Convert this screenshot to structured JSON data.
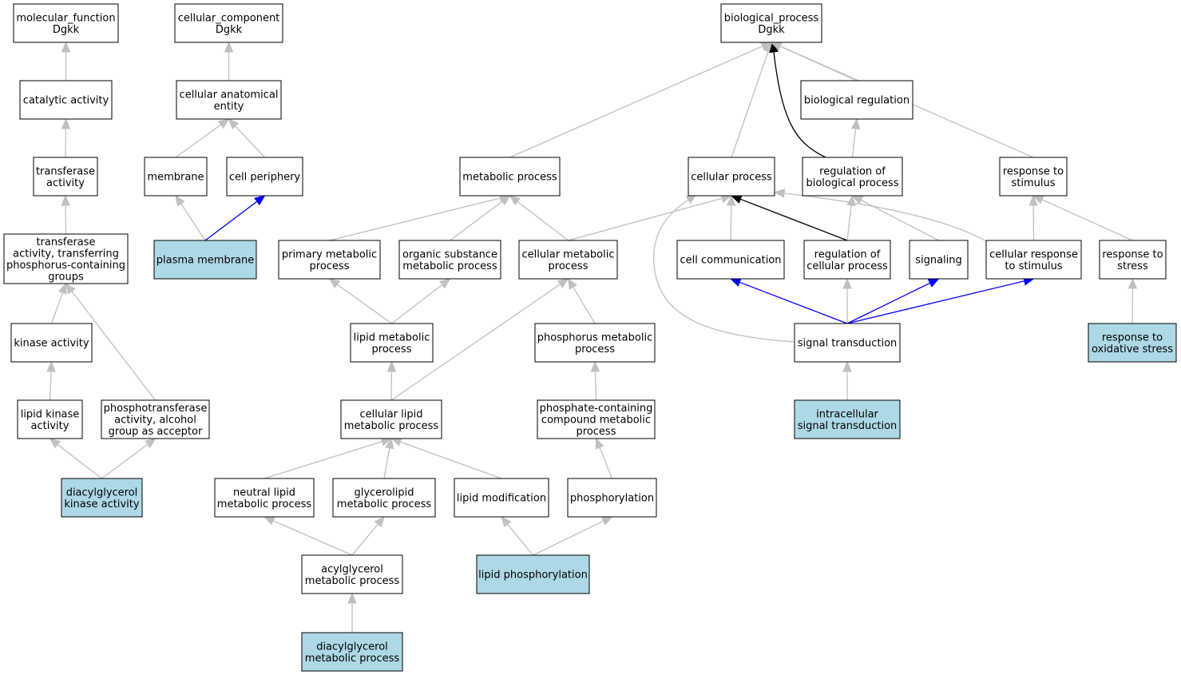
{
  "colors": {
    "default_fill": "#ffffff",
    "highlight_fill": "#add8e6",
    "edge_gray": "#c0c0c0",
    "edge_black": "#000000",
    "edge_blue": "#0000ff"
  },
  "nodes": [
    {
      "id": "mf",
      "lines": [
        "molecular_function",
        "Dgkk"
      ],
      "highlight": false
    },
    {
      "id": "cc",
      "lines": [
        "cellular_component",
        "Dgkk"
      ],
      "highlight": false
    },
    {
      "id": "bp",
      "lines": [
        "biological_process",
        "Dgkk"
      ],
      "highlight": false
    },
    {
      "id": "catalytic",
      "lines": [
        "catalytic activity"
      ],
      "highlight": false
    },
    {
      "id": "cae",
      "lines": [
        "cellular anatomical",
        "entity"
      ],
      "highlight": false
    },
    {
      "id": "bioreg",
      "lines": [
        "biological regulation"
      ],
      "highlight": false
    },
    {
      "id": "transferase",
      "lines": [
        "transferase",
        "activity"
      ],
      "highlight": false
    },
    {
      "id": "membrane",
      "lines": [
        "membrane"
      ],
      "highlight": false
    },
    {
      "id": "cellper",
      "lines": [
        "cell periphery"
      ],
      "highlight": false
    },
    {
      "id": "metab",
      "lines": [
        "metabolic process"
      ],
      "highlight": false
    },
    {
      "id": "cellproc",
      "lines": [
        "cellular process"
      ],
      "highlight": false
    },
    {
      "id": "regbio",
      "lines": [
        "regulation of",
        "biological process"
      ],
      "highlight": false
    },
    {
      "id": "respstim",
      "lines": [
        "response to",
        "stimulus"
      ],
      "highlight": false
    },
    {
      "id": "transP",
      "lines": [
        "transferase",
        "activity, transferring",
        "phosphorus-containing",
        "groups"
      ],
      "highlight": false
    },
    {
      "id": "plasma",
      "lines": [
        "plasma membrane"
      ],
      "highlight": true
    },
    {
      "id": "primmet",
      "lines": [
        "primary metabolic",
        "process"
      ],
      "highlight": false
    },
    {
      "id": "orgsub",
      "lines": [
        "organic substance",
        "metabolic process"
      ],
      "highlight": false
    },
    {
      "id": "cellmet",
      "lines": [
        "cellular metabolic",
        "process"
      ],
      "highlight": false
    },
    {
      "id": "cellcomm",
      "lines": [
        "cell communication"
      ],
      "highlight": false
    },
    {
      "id": "regcell",
      "lines": [
        "regulation of",
        "cellular process"
      ],
      "highlight": false
    },
    {
      "id": "signaling",
      "lines": [
        "signaling"
      ],
      "highlight": false
    },
    {
      "id": "cellresp",
      "lines": [
        "cellular response",
        "to stimulus"
      ],
      "highlight": false
    },
    {
      "id": "respstress",
      "lines": [
        "response to",
        "stress"
      ],
      "highlight": false
    },
    {
      "id": "kinase",
      "lines": [
        "kinase activity"
      ],
      "highlight": false
    },
    {
      "id": "lipmet",
      "lines": [
        "lipid metabolic",
        "process"
      ],
      "highlight": false
    },
    {
      "id": "phosmet",
      "lines": [
        "phosphorus metabolic",
        "process"
      ],
      "highlight": false
    },
    {
      "id": "sigtrans",
      "lines": [
        "signal transduction"
      ],
      "highlight": false
    },
    {
      "id": "oxstress",
      "lines": [
        "response to",
        "oxidative stress"
      ],
      "highlight": true
    },
    {
      "id": "lipkin",
      "lines": [
        "lipid kinase",
        "activity"
      ],
      "highlight": false
    },
    {
      "id": "phosphotrans",
      "lines": [
        "phosphotransferase",
        "activity, alcohol",
        "group as acceptor"
      ],
      "highlight": false
    },
    {
      "id": "celllip",
      "lines": [
        "cellular lipid",
        "metabolic process"
      ],
      "highlight": false
    },
    {
      "id": "phoscomp",
      "lines": [
        "phosphate-containing",
        "compound metabolic",
        "process"
      ],
      "highlight": false
    },
    {
      "id": "intrasig",
      "lines": [
        "intracellular",
        "signal transduction"
      ],
      "highlight": true
    },
    {
      "id": "dgka",
      "lines": [
        "diacylglycerol",
        "kinase activity"
      ],
      "highlight": true
    },
    {
      "id": "neutlip",
      "lines": [
        "neutral lipid",
        "metabolic process"
      ],
      "highlight": false
    },
    {
      "id": "glycero",
      "lines": [
        "glycerolipid",
        "metabolic process"
      ],
      "highlight": false
    },
    {
      "id": "lipmod",
      "lines": [
        "lipid modification"
      ],
      "highlight": false
    },
    {
      "id": "phosphoryl",
      "lines": [
        "phosphorylation"
      ],
      "highlight": false
    },
    {
      "id": "acylgly",
      "lines": [
        "acylglycerol",
        "metabolic process"
      ],
      "highlight": false
    },
    {
      "id": "lipphos",
      "lines": [
        "lipid phosphorylation"
      ],
      "highlight": true
    },
    {
      "id": "dgmp",
      "lines": [
        "diacylglycerol",
        "metabolic process"
      ],
      "highlight": true
    }
  ],
  "edges": [
    {
      "from": "catalytic",
      "to": "mf",
      "type": "gray"
    },
    {
      "from": "transferase",
      "to": "catalytic",
      "type": "gray"
    },
    {
      "from": "transP",
      "to": "transferase",
      "type": "gray"
    },
    {
      "from": "kinase",
      "to": "transP",
      "type": "gray"
    },
    {
      "from": "lipkin",
      "to": "kinase",
      "type": "gray"
    },
    {
      "from": "phosphotrans",
      "to": "transP",
      "type": "gray"
    },
    {
      "from": "dgka",
      "to": "lipkin",
      "type": "gray"
    },
    {
      "from": "dgka",
      "to": "phosphotrans",
      "type": "gray"
    },
    {
      "from": "cae",
      "to": "cc",
      "type": "gray"
    },
    {
      "from": "membrane",
      "to": "cae",
      "type": "gray"
    },
    {
      "from": "cellper",
      "to": "cae",
      "type": "gray"
    },
    {
      "from": "plasma",
      "to": "membrane",
      "type": "gray"
    },
    {
      "from": "plasma",
      "to": "cellper",
      "type": "blue"
    },
    {
      "from": "metab",
      "to": "bp",
      "type": "gray"
    },
    {
      "from": "cellproc",
      "to": "bp",
      "type": "gray"
    },
    {
      "from": "regbio",
      "to": "bp",
      "type": "black"
    },
    {
      "from": "bioreg",
      "to": "bp",
      "type": "gray"
    },
    {
      "from": "respstim",
      "to": "bp",
      "type": "gray"
    },
    {
      "from": "regbio",
      "to": "bioreg",
      "type": "gray"
    },
    {
      "from": "primmet",
      "to": "metab",
      "type": "gray"
    },
    {
      "from": "orgsub",
      "to": "metab",
      "type": "gray"
    },
    {
      "from": "cellmet",
      "to": "metab",
      "type": "gray"
    },
    {
      "from": "cellmet",
      "to": "cellproc",
      "type": "gray"
    },
    {
      "from": "cellcomm",
      "to": "cellproc",
      "type": "gray"
    },
    {
      "from": "regcell",
      "to": "cellproc",
      "type": "black"
    },
    {
      "from": "cellresp",
      "to": "cellproc",
      "type": "gray"
    },
    {
      "from": "sigtrans",
      "to": "cellproc",
      "type": "gray"
    },
    {
      "from": "regcell",
      "to": "regbio",
      "type": "gray"
    },
    {
      "from": "signaling",
      "to": "regbio",
      "type": "gray"
    },
    {
      "from": "cellresp",
      "to": "respstim",
      "type": "gray"
    },
    {
      "from": "respstress",
      "to": "respstim",
      "type": "gray"
    },
    {
      "from": "oxstress",
      "to": "respstress",
      "type": "gray"
    },
    {
      "from": "lipmet",
      "to": "primmet",
      "type": "gray"
    },
    {
      "from": "lipmet",
      "to": "orgsub",
      "type": "gray"
    },
    {
      "from": "celllip",
      "to": "lipmet",
      "type": "gray"
    },
    {
      "from": "celllip",
      "to": "cellmet",
      "type": "gray"
    },
    {
      "from": "phosmet",
      "to": "cellmet",
      "type": "gray"
    },
    {
      "from": "phoscomp",
      "to": "phosmet",
      "type": "gray"
    },
    {
      "from": "phosphoryl",
      "to": "phoscomp",
      "type": "gray"
    },
    {
      "from": "sigtrans",
      "to": "cellcomm",
      "type": "blue"
    },
    {
      "from": "sigtrans",
      "to": "regcell",
      "type": "gray"
    },
    {
      "from": "sigtrans",
      "to": "signaling",
      "type": "blue"
    },
    {
      "from": "sigtrans",
      "to": "cellresp",
      "type": "blue"
    },
    {
      "from": "intrasig",
      "to": "sigtrans",
      "type": "gray"
    },
    {
      "from": "neutlip",
      "to": "celllip",
      "type": "gray"
    },
    {
      "from": "glycero",
      "to": "celllip",
      "type": "gray"
    },
    {
      "from": "lipmod",
      "to": "celllip",
      "type": "gray"
    },
    {
      "from": "acylgly",
      "to": "neutlip",
      "type": "gray"
    },
    {
      "from": "acylgly",
      "to": "glycero",
      "type": "gray"
    },
    {
      "from": "lipphos",
      "to": "lipmod",
      "type": "gray"
    },
    {
      "from": "lipphos",
      "to": "phosphoryl",
      "type": "gray"
    },
    {
      "from": "dgmp",
      "to": "acylgly",
      "type": "gray"
    }
  ]
}
